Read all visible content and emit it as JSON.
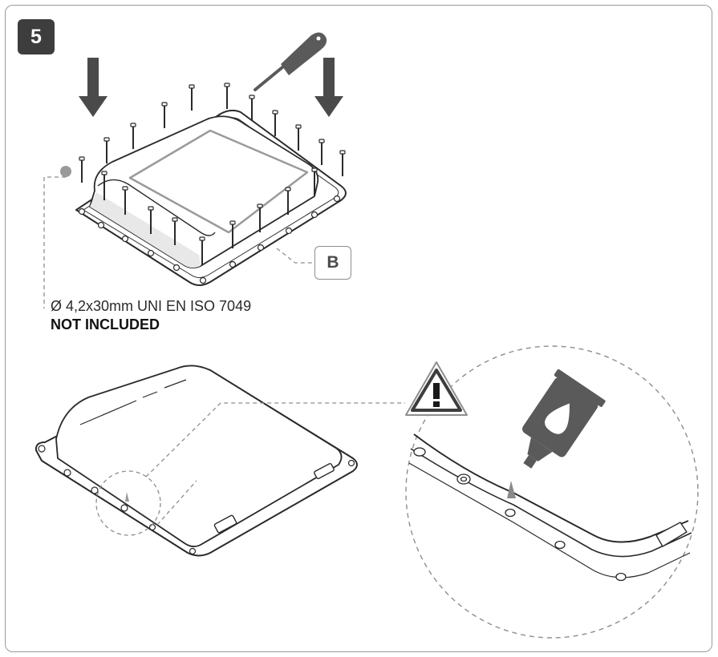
{
  "step": {
    "number": "5"
  },
  "callout": {
    "label": "B"
  },
  "screw": {
    "spec": "Ø 4,2x30mm UNI EN ISO 7049",
    "note": "NOT INCLUDED"
  },
  "icons": [
    "down-arrow-icon",
    "screwdriver-icon",
    "screw-icon",
    "warning-triangle-icon",
    "sealant-tube-icon"
  ],
  "colors": {
    "badge": "#3d3d3d",
    "line": "#2a2a2a",
    "icon_grey": "#5a5a5a"
  }
}
